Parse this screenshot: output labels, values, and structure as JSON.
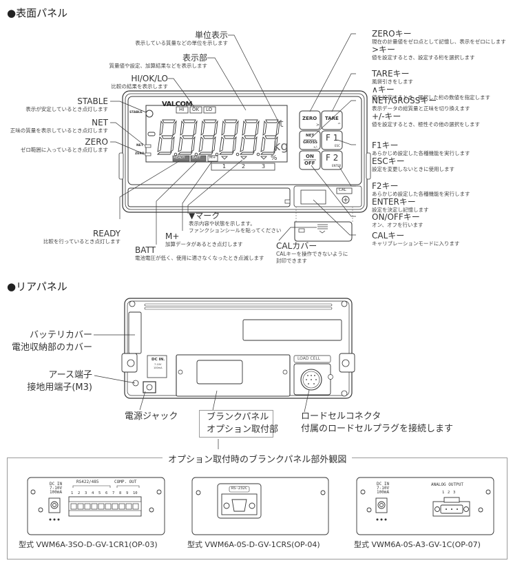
{
  "sections": {
    "front_title": "●表面パネル",
    "rear_title": "●リアパネル"
  },
  "front": {
    "brand": "VALCOM",
    "display": {
      "stable_tag": "STABLE",
      "net_tag": "NET",
      "zero_tag": "ZERO",
      "hi": "HI",
      "ok": "OK",
      "lo": "LO",
      "digits": "-8.8.8.8.8.8",
      "unit_t": "t",
      "unit_kg": "kg",
      "unit_pct": "%",
      "ready": "READY",
      "batt": "BATT",
      "mplus": "M+",
      "function_numbers": [
        "1",
        "2",
        "3"
      ]
    },
    "keys": {
      "zero": "ZERO",
      "zero_sub": ">",
      "tare": "TARE",
      "tare_sub": "^",
      "net": "NET",
      "gross": "GROSS",
      "net_sub": "+/-",
      "f1": "F 1",
      "f1_sub": "ESC",
      "onoff_on": "ON",
      "onoff_off": "OFF",
      "f2": "F 2",
      "f2_sub": "ENTER",
      "cal": "CAL"
    },
    "callouts": {
      "unit": {
        "title": "単位表示",
        "desc": "表示している質量などの単位を示します"
      },
      "display": {
        "title": "表示部",
        "desc": "質量値や設定、加算結果などを表示します"
      },
      "hiokl": {
        "title": "HI/OK/LO",
        "desc": "比較の結果を表示します"
      },
      "stable": {
        "title": "STABLE",
        "desc": "表示が安定しているとき点灯します"
      },
      "net": {
        "title": "NET",
        "desc": "正味の質量を表示しているとき点灯します"
      },
      "zero": {
        "title": "ZERO",
        "desc": "ゼロ範囲に入っているとき点灯します"
      },
      "ready": {
        "title": "READY",
        "desc": "比較を行っているとき点灯します"
      },
      "batt": {
        "title": "BATT",
        "desc": "電池電圧が低く、使用に適さなくなったとき点滅します"
      },
      "mplus": {
        "title": "M+",
        "desc": "加算データがあるとき点灯します"
      },
      "mark": {
        "title": "▼マーク",
        "desc1": "表示内容や状態を示します。",
        "desc2": "ファンクションシールを貼ってください"
      },
      "calcover": {
        "title": "CALカバー",
        "desc1": "CALキーを操作できないように",
        "desc2": "封印できます"
      },
      "zero_key": {
        "title": "ZEROキー",
        "desc": "現在の計量値をゼロ点として記憶し、表示をゼロにします",
        "title2": ">キー",
        "desc2": "値を設定するとき、設定する桁を選択します"
      },
      "tare_key": {
        "title": "TAREキー",
        "desc": "風袋引きをします",
        "title2": "∧キー",
        "desc2": "値を設定するとき、選択した桁の数値を指定します"
      },
      "netgross_key": {
        "title": "NET/GROSSキー",
        "desc": "表示データの総質量と正味を切り換えます",
        "title2": "+/-キー",
        "desc2": "値を設定するとき、極性その他の選択をします"
      },
      "f1_key": {
        "title": "F1キー",
        "desc": "あらかじめ設定した各種機能を実行します",
        "title2": "ESCキー",
        "desc2": "設定を変更しないときに使用します"
      },
      "f2_key": {
        "title": "F2キー",
        "desc": "あらかじめ設定した各種機能を実行します",
        "title2": "ENTERキー",
        "desc2": "設定を決定し記憶します"
      },
      "onoff_key": {
        "title": "ON/OFFキー",
        "desc": "オン、オフを行います"
      },
      "cal_key": {
        "title": "CALキー",
        "desc": "キャリブレーションモードに入ります"
      }
    }
  },
  "rear": {
    "dcin": {
      "title": "DC IN.",
      "spec1": "7-10V",
      "spec2": "100mA"
    },
    "loadcell_tag": "LOAD CELL",
    "callouts": {
      "battery": {
        "line1": "バッテリカバー",
        "line2": "電池収納部のカバー"
      },
      "earth": {
        "line1": "アース端子",
        "line2": "接地用端子(M3)"
      },
      "jack": {
        "line1": "電源ジャック"
      },
      "blank": {
        "line1": "ブランクパネル",
        "line2": "オプション取付部"
      },
      "loadcell": {
        "line1": "ロードセルコネクタ",
        "line2": "付属のロードセルプラグを接続します"
      }
    }
  },
  "options": {
    "title": "オプション取付時のブランクパネル部外観図",
    "panels": [
      {
        "dcin": "DC IN",
        "dcspec1": "7-10V",
        "dcspec2": "100mA",
        "group1": "RS422/485",
        "group2": "COMP. OUT",
        "terminals": [
          "1",
          "2",
          "3",
          "4",
          "5",
          "6",
          "7",
          "8",
          "9",
          "10"
        ],
        "model": "型式 VWM6A-3SO-D-GV-1CR1(OP-03)"
      },
      {
        "port": "RS-232C",
        "model": "型式 VWM6A-0S-D-GV-1CRS(OP-04)"
      },
      {
        "dcin": "DC IN",
        "dcspec1": "7-10V",
        "dcspec2": "100mA",
        "group": "ANALOG OUTPUT",
        "terminals": [
          "1",
          "2",
          "3"
        ],
        "model": "型式 VWM6A-0S-A3-GV-1C(OP-07)"
      }
    ]
  }
}
